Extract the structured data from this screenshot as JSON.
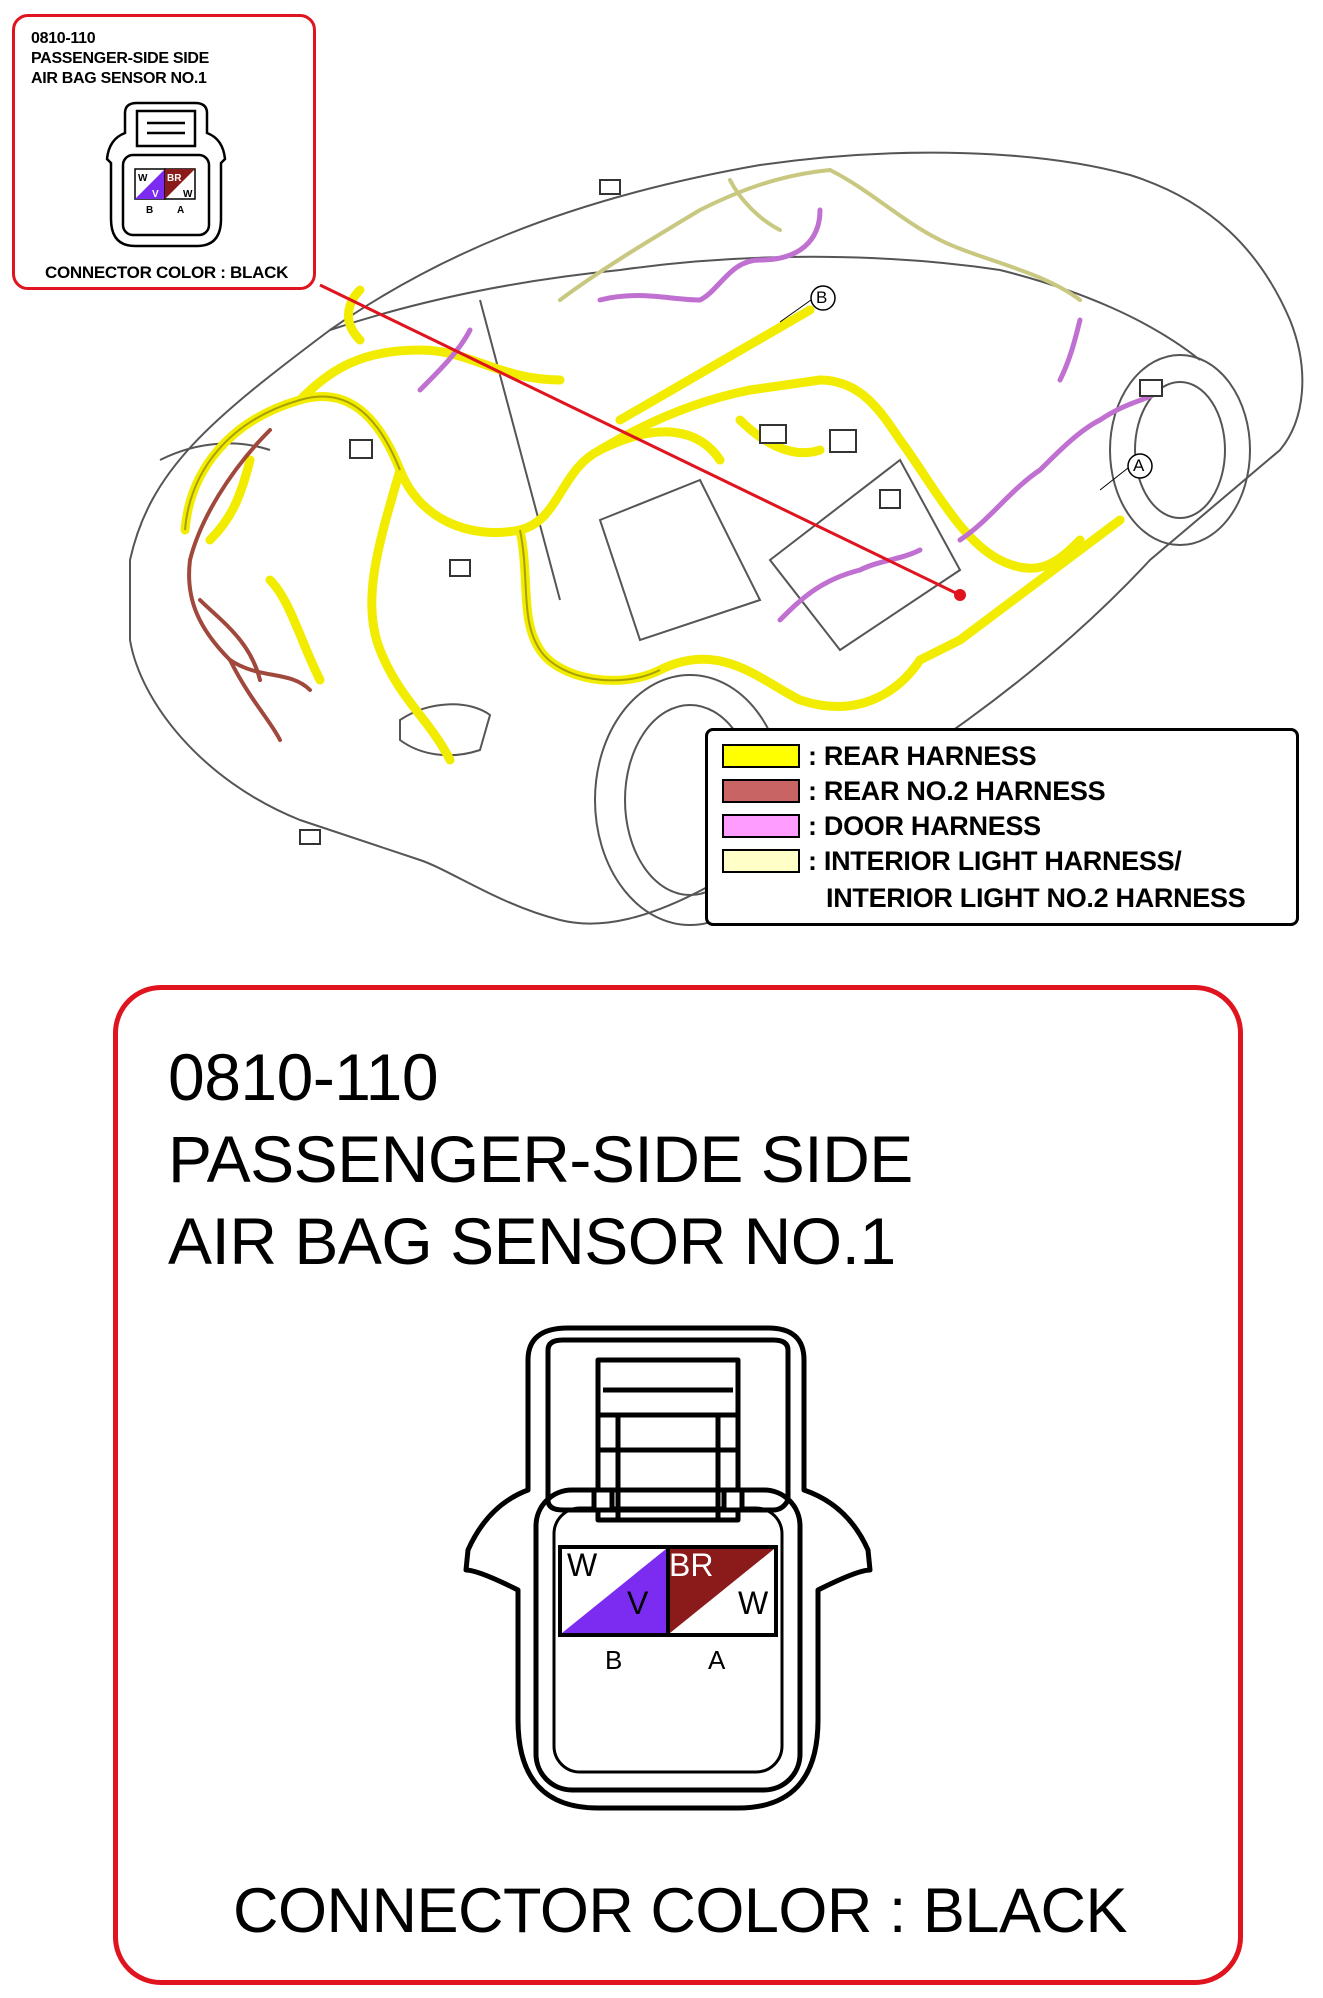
{
  "connector": {
    "code": "0810-110",
    "name_line1": "PASSENGER-SIDE SIDE",
    "name_line2": "AIR BAG SENSOR NO.1",
    "color_text": "CONNECTOR COLOR : BLACK",
    "pins": [
      {
        "terminal": "B",
        "wire_top": "W",
        "wire_bottom": "V",
        "fill": "#7b2cf0"
      },
      {
        "terminal": "A",
        "wire_top": "BR",
        "wire_bottom": "W",
        "fill": "#8b1a1a"
      }
    ]
  },
  "reference_markers": [
    "B",
    "A"
  ],
  "legend": {
    "items": [
      {
        "label": ": REAR HARNESS",
        "color": "#ffff00"
      },
      {
        "label": ": REAR NO.2 HARNESS",
        "color": "#c86464"
      },
      {
        "label": ": DOOR HARNESS",
        "color": "#ff9cff"
      },
      {
        "label": ": INTERIOR LIGHT HARNESS/",
        "color": "#ffffc8"
      }
    ],
    "continuation": "INTERIOR LIGHT NO.2 HARNESS"
  },
  "colors": {
    "callout_border": "#e0141e",
    "rear_harness": "#f2ec00",
    "rear_no2_harness": "#a0483c",
    "door_harness": "#c070d0",
    "interior_light_harness": "#e0e0a0"
  }
}
